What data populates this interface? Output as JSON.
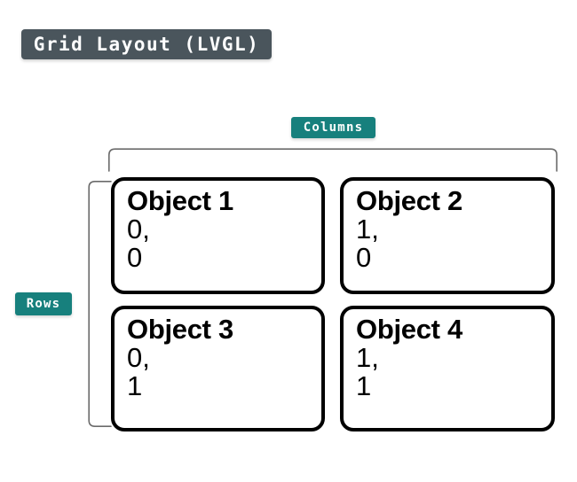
{
  "title": {
    "text": "Grid Layout (LVGL)",
    "background_color": "#4a555c",
    "text_color": "#ffffff"
  },
  "labels": {
    "columns": "Columns",
    "rows": "Rows",
    "badge_color": "#17807d"
  },
  "grid": {
    "columns": 2,
    "rows": 2,
    "cells": [
      {
        "title": "Object 1",
        "col": "0,",
        "row": "0"
      },
      {
        "title": "Object 2",
        "col": "1,",
        "row": "0"
      },
      {
        "title": "Object 3",
        "col": "0,",
        "row": "1"
      },
      {
        "title": "Object 4",
        "col": "1,",
        "row": "1"
      }
    ]
  },
  "colors": {
    "background": "#ffffff",
    "card_border": "#000000",
    "bracket": "#6b6b6b"
  }
}
